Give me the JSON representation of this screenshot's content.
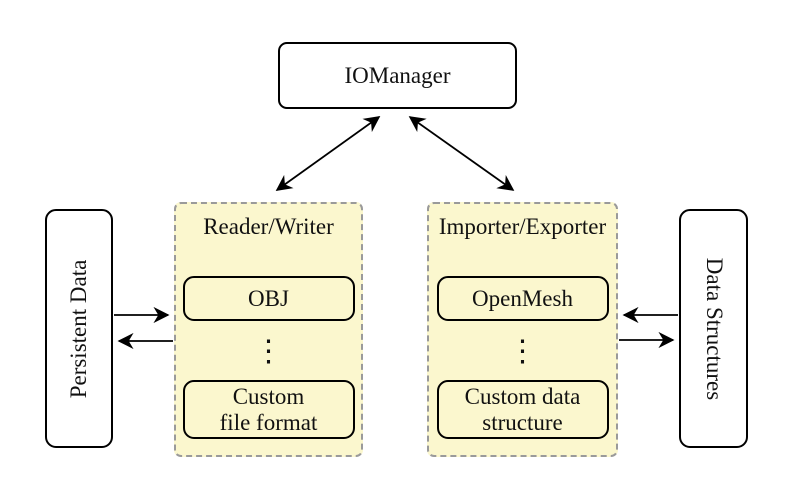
{
  "colors": {
    "canvas_bg": "#ffffff",
    "group_fill": "#fbf7ce",
    "group_border": "#9a9a9a",
    "node_fill": "#ffffff",
    "line": "#000000"
  },
  "nodes": {
    "iomanager": {
      "label": "IOManager"
    },
    "persistent_data": {
      "label": "Persistent Data"
    },
    "data_structures": {
      "label": "Data Structures"
    }
  },
  "groups": [
    {
      "title": "Reader/Writer",
      "ellipsis": "⋮",
      "items": [
        {
          "lines": [
            "OBJ"
          ]
        },
        {
          "lines": [
            "Custom",
            "file format"
          ]
        }
      ]
    },
    {
      "title": "Importer/Exporter",
      "ellipsis": "⋮",
      "items": [
        {
          "lines": [
            "OpenMesh"
          ]
        },
        {
          "lines": [
            "Custom data",
            "structure"
          ]
        }
      ]
    }
  ],
  "connections": [
    {
      "from": "IOManager",
      "to": "Reader/Writer",
      "direction": "both"
    },
    {
      "from": "IOManager",
      "to": "Importer/Exporter",
      "direction": "both"
    },
    {
      "from": "Persistent Data",
      "to": "Reader/Writer",
      "direction": "forward"
    },
    {
      "from": "Reader/Writer",
      "to": "Persistent Data",
      "direction": "forward"
    },
    {
      "from": "Data Structures",
      "to": "Importer/Exporter",
      "direction": "forward"
    },
    {
      "from": "Importer/Exporter",
      "to": "Data Structures",
      "direction": "forward"
    }
  ]
}
